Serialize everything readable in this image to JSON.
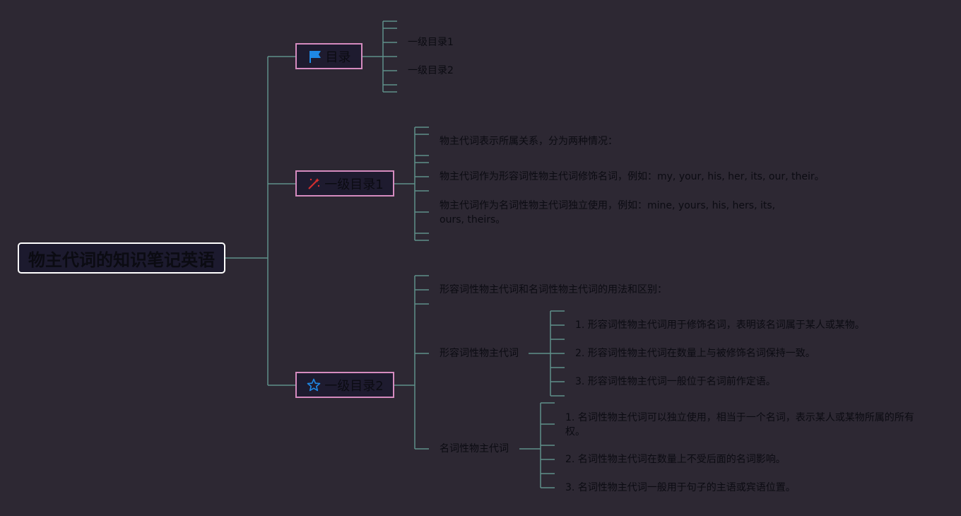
{
  "mindmap": {
    "root": {
      "label": "物主代词的知识笔记英语"
    },
    "branches": {
      "toc": {
        "label": "目录",
        "icon": "flag-icon",
        "items": [
          "一级目录1",
          "一级目录2"
        ]
      },
      "level1": {
        "label": "一级目录1",
        "icon": "magic-wand-icon",
        "items": [
          "物主代词表示所属关系，分为两种情况：",
          "物主代词作为形容词性物主代词修饰名词，例如：my, your, his, her, its, our, their。",
          "物主代词作为名词性物主代词独立使用，例如：mine, yours, his, hers, its, ours, theirs。"
        ]
      },
      "level2": {
        "label": "一级目录2",
        "icon": "star-icon",
        "intro": "形容词性物主代词和名词性物主代词的用法和区别：",
        "adjective": {
          "label": "形容词性物主代词",
          "items": [
            "1. 形容词性物主代词用于修饰名词，表明该名词属于某人或某物。",
            "2. 形容词性物主代词在数量上与被修饰名词保持一致。",
            "3. 形容词性物主代词一般位于名词前作定语。"
          ]
        },
        "noun": {
          "label": "名词性物主代词",
          "items": [
            "1. 名词性物主代词可以独立使用，相当于一个名词，表示某人或某物所属的所有权。",
            "2. 名词性物主代词在数量上不受后面的名词影响。",
            "3. 名词性物主代词一般用于句子的主语或宾语位置。"
          ]
        }
      }
    },
    "colors": {
      "background": "#2d2833",
      "connector": "#5f8f8a",
      "root_border": "#ffffff",
      "branch_border": "#d58bbf",
      "flag": "#1e88e5",
      "wand": "#d32f2f",
      "star": "#1e88e5"
    }
  }
}
